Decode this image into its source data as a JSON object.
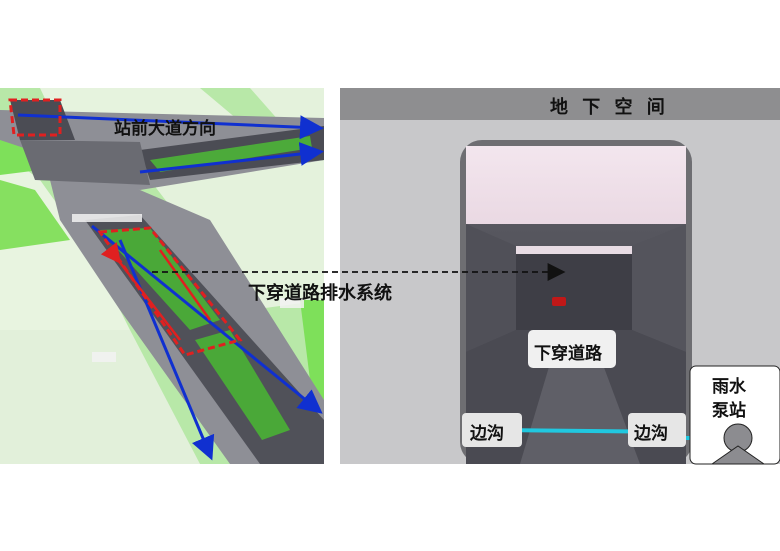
{
  "left_panel": {
    "road_direction_label": "站前大道方向"
  },
  "center": {
    "drainage_system_label": "下穿道路排水系统"
  },
  "right_panel": {
    "header_title": "地 下 空 间",
    "tunnel_label": "下穿道路",
    "left_gutter_label": "边沟",
    "right_gutter_label": "边沟",
    "pump_station_line1": "雨水",
    "pump_station_line2": "泵站"
  }
}
